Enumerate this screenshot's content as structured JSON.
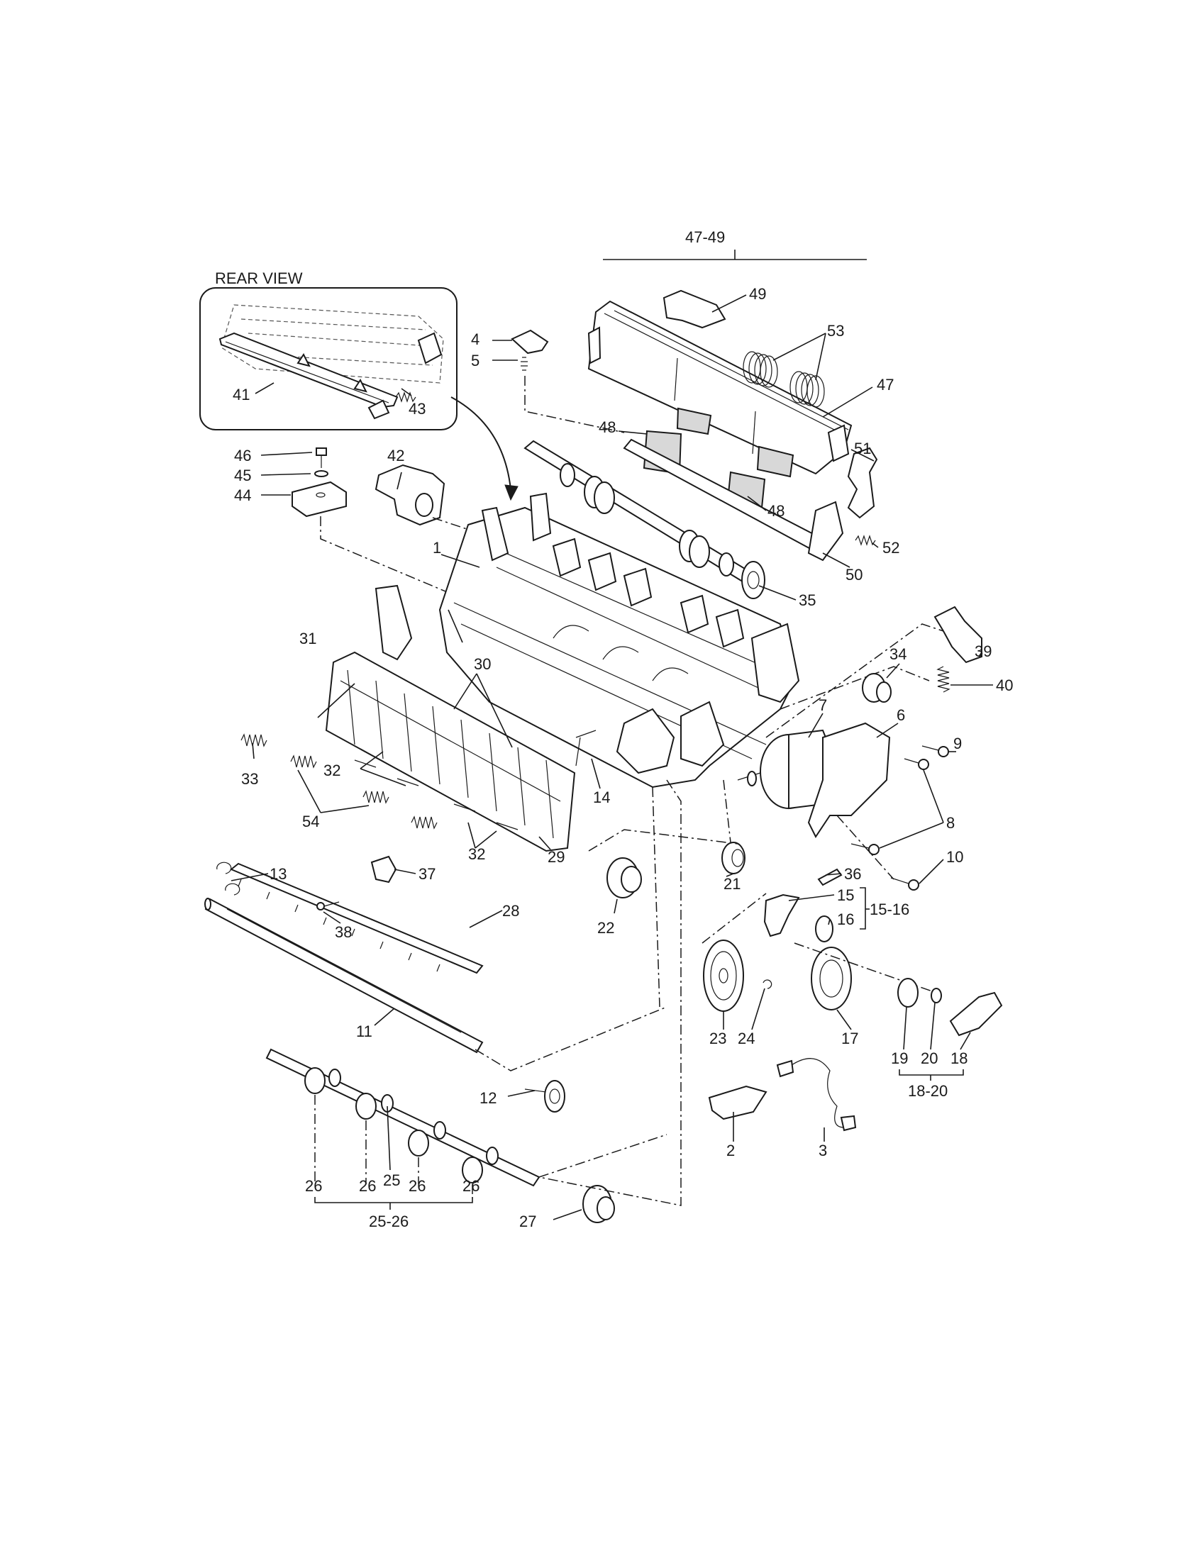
{
  "inset": {
    "title": "REAR VIEW"
  },
  "labels": {
    "l1": "1",
    "l2": "2",
    "l3": "3",
    "l4": "4",
    "l5": "5",
    "l6": "6",
    "l7": "7",
    "l8": "8",
    "l9": "9",
    "l10": "10",
    "l11": "11",
    "l12": "12",
    "l13": "13",
    "l14": "14",
    "l15": "15",
    "l16": "16",
    "l17": "17",
    "l18": "18",
    "l19": "19",
    "l20": "20",
    "l21": "21",
    "l22": "22",
    "l23": "23",
    "l24": "24",
    "l25": "25",
    "l26a": "26",
    "l26b": "26",
    "l26c": "26",
    "l26d": "26",
    "l27": "27",
    "l28": "28",
    "l29": "29",
    "l30": "30",
    "l31": "31",
    "l32a": "32",
    "l32b": "32",
    "l33": "33",
    "l34": "34",
    "l35": "35",
    "l36": "36",
    "l37": "37",
    "l38": "38",
    "l39": "39",
    "l40": "40",
    "l41": "41",
    "l42": "42",
    "l43": "43",
    "l44": "44",
    "l45": "45",
    "l46": "46",
    "l47": "47",
    "l48a": "48",
    "l48b": "48",
    "l49": "49",
    "l50": "50",
    "l51": "51",
    "l52": "52",
    "l53": "53",
    "l54": "54"
  },
  "groups": {
    "g4749": "47-49",
    "g1516": "15-16",
    "g1820": "18-20",
    "g2526": "25-26"
  }
}
